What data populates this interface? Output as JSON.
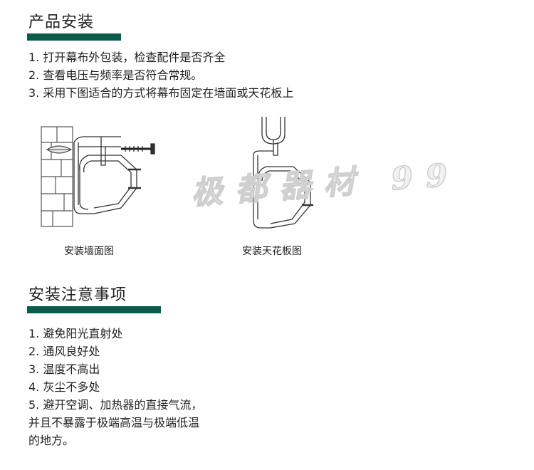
{
  "install": {
    "title": "产品安装",
    "steps": [
      "1. 打开幕布外包装，检查配件是否齐全",
      "2. 查看电压与频率是否符合常规。",
      "3. 采用下图适合的方式将幕布固定在墙面或天花板上"
    ],
    "wall_caption": "安装墙面图",
    "ceiling_caption": "安装天花板图"
  },
  "watermark": "极都器材 99",
  "notes": {
    "title": "安装注意事项",
    "items": [
      "1. 避免阳光直射处",
      "2. 通风良好处",
      "3. 温度不高出",
      "4. 灰尘不多处",
      "5. 避开空调、加热器的直接气流，并且不暴露于极端高温与极端低温的地方。"
    ]
  },
  "colors": {
    "accent_bar": "#0c5a4c"
  }
}
